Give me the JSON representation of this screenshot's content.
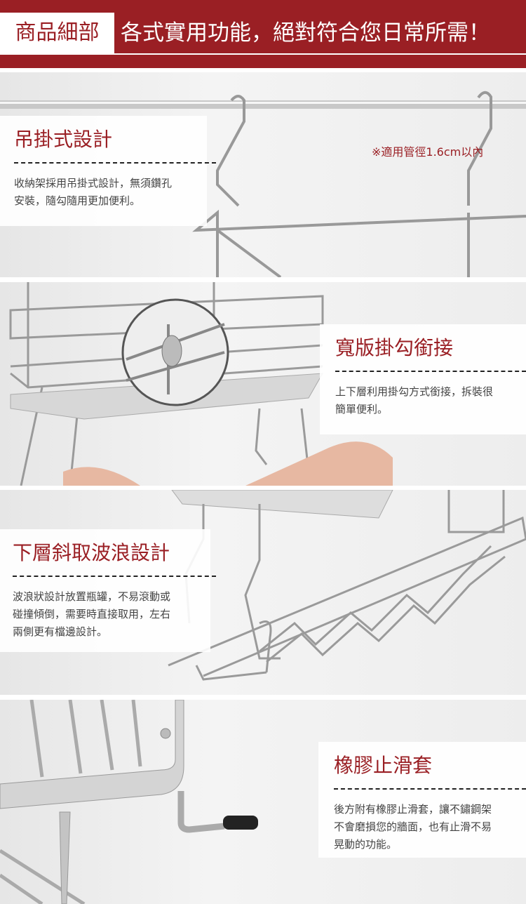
{
  "header": {
    "tag": "商品細部",
    "headline": "各式實用功能，絕對符合您日常所需！"
  },
  "sections": [
    {
      "title": "吊掛式設計",
      "desc_lines": [
        "收納架採用吊掛式設計，無須鑽孔",
        "安裝，隨勾隨用更加便利。"
      ],
      "note": "※適用管徑1.6cm以內"
    },
    {
      "title": "寬版掛勾銜接",
      "desc_lines": [
        "上下層利用掛勾方式銜接，拆裝很",
        "簡單便利。"
      ]
    },
    {
      "title": "下層斜取波浪設計",
      "desc_lines": [
        "波浪狀設計放置瓶罐，不易滾動或",
        "碰撞傾倒，需要時直接取用，左右",
        "兩側更有檔邊設計。"
      ]
    },
    {
      "title": "橡膠止滑套",
      "desc_lines": [
        "後方附有橡膠止滑套，讓不鏽鋼架",
        "不會磨損您的牆面，也有止滑不易",
        "晃動的功能。"
      ]
    }
  ],
  "colors": {
    "brand": "#9a1f24"
  }
}
